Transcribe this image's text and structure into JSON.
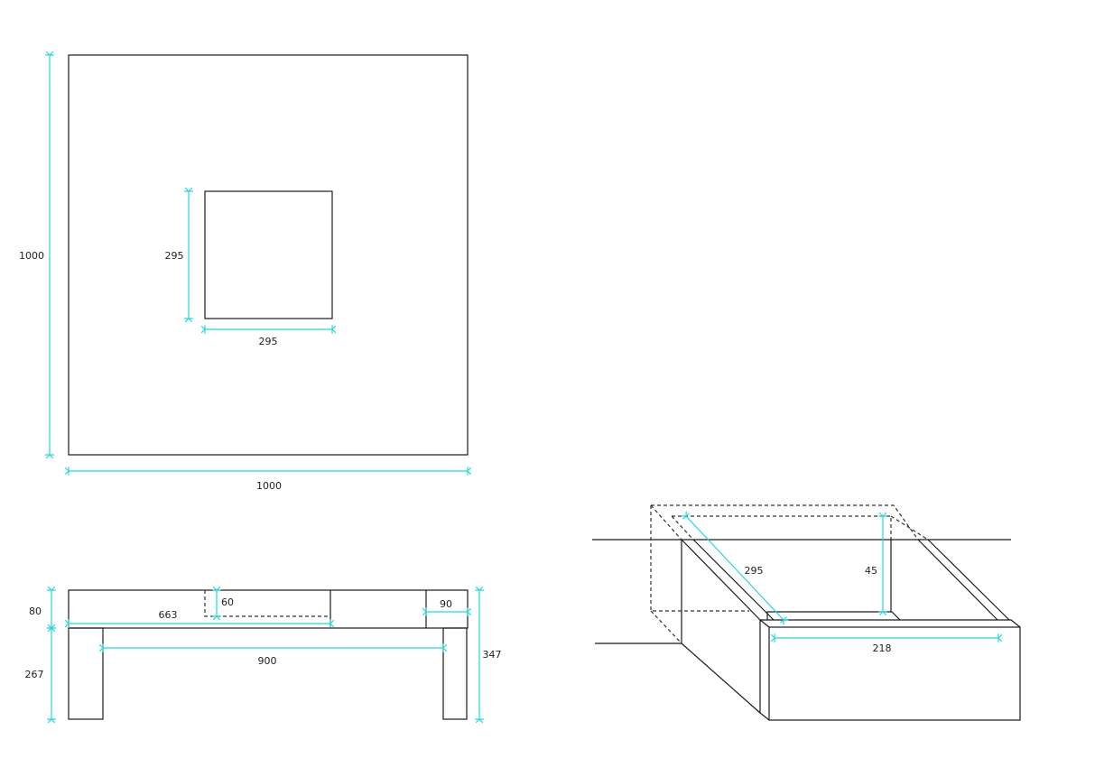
{
  "plan_view": {
    "outer_width": "1000",
    "outer_height": "1000",
    "hole_width": "295",
    "hole_height": "295"
  },
  "elevation_view": {
    "top_thickness": "80",
    "leg_height": "267",
    "total_height": "347",
    "recess_length": "663",
    "recess_depth": "60",
    "end_block_width": "90",
    "leg_span": "900"
  },
  "isometric_view": {
    "length": "295",
    "depth": "45",
    "width": "218"
  },
  "colors": {
    "dimension": "#22d8dc",
    "outline": "#1a1a1a"
  }
}
